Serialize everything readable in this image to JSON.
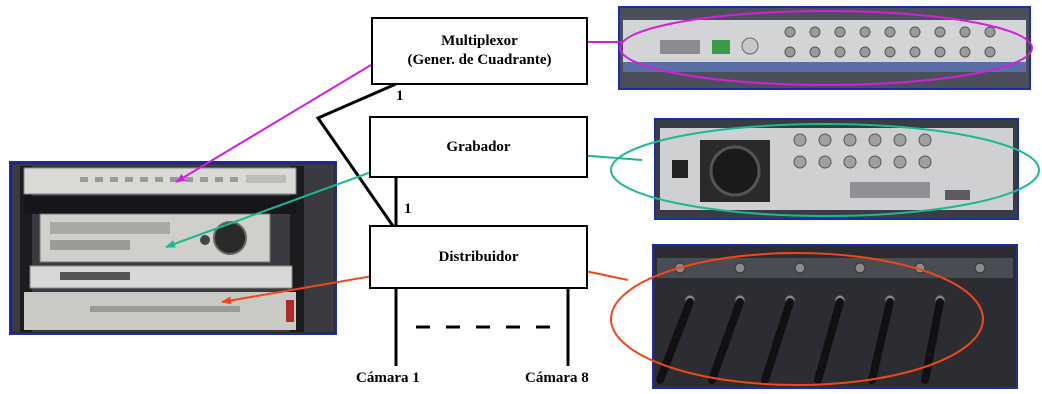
{
  "boxes": {
    "multiplexor": {
      "line1": "Multiplexor",
      "line2": "(Gener. de Cuadrante)"
    },
    "grabador": {
      "label": "Grabador"
    },
    "distribuidor": {
      "label": "Distribuidor"
    }
  },
  "link_labels": {
    "upper": "1",
    "lower": "1"
  },
  "cameras": {
    "first": "Cámara 1",
    "last": "Cámara 8"
  },
  "photos": {
    "rack": "rack-photo",
    "multiplexor_panel": "multiplexor-rear-panel-photo",
    "grabador_panel": "recorder-rear-panel-photo",
    "distribuidor_panel": "distributor-panel-photo"
  },
  "colors": {
    "multiplexor": "#d020d8",
    "grabador": "#1db891",
    "distribuidor": "#f04818",
    "photo_border": "#1a2ea8"
  }
}
